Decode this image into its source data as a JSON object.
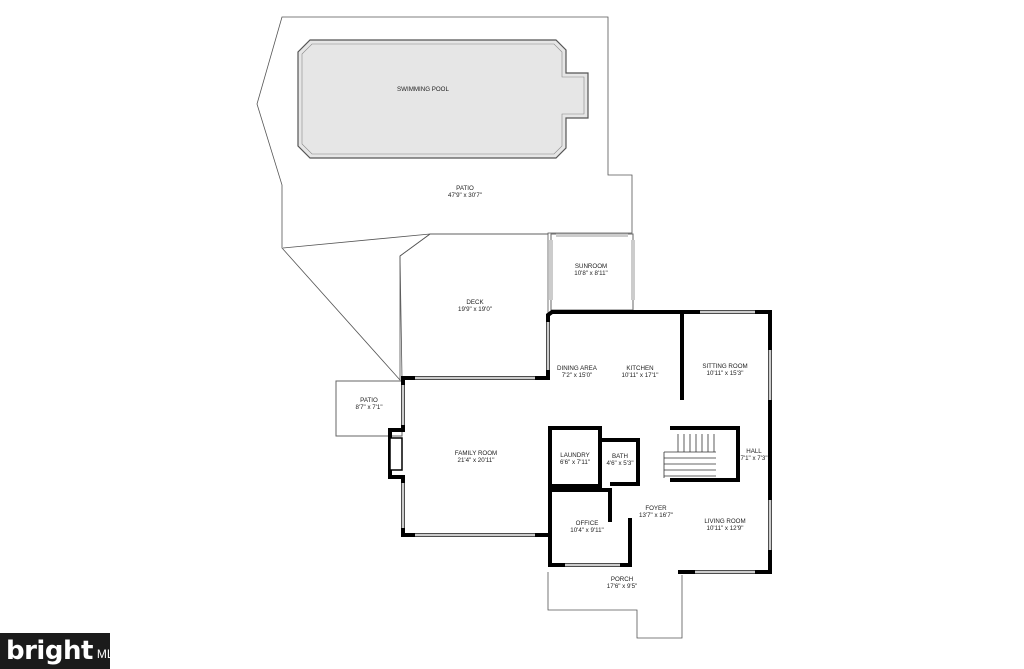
{
  "rooms": {
    "swimming_pool": {
      "name": "SWIMMING POOL"
    },
    "patio_main": {
      "name": "PATIO",
      "size": "47'9\" x 30'7\""
    },
    "sunroom": {
      "name": "SUNROOM",
      "size": "10'8\" x 8'11\""
    },
    "deck": {
      "name": "DECK",
      "size": "19'9\" x 19'0\""
    },
    "dining_area": {
      "name": "DINING AREA",
      "size": "7'2\" x 15'0\""
    },
    "kitchen": {
      "name": "KITCHEN",
      "size": "10'11\" x 17'1\""
    },
    "sitting_room": {
      "name": "SITTING ROOM",
      "size": "10'11\" x 15'3\""
    },
    "patio_small": {
      "name": "PATIO",
      "size": "8'7\" x 7'1\""
    },
    "family_room": {
      "name": "FAMILY ROOM",
      "size": "21'4\" x 20'11\""
    },
    "laundry": {
      "name": "LAUNDRY",
      "size": "6'6\" x 7'11\""
    },
    "bath": {
      "name": "BATH",
      "size": "4'6\" x 5'3\""
    },
    "hall": {
      "name": "HALL",
      "size": "7'1\" x 7'3\""
    },
    "foyer": {
      "name": "FOYER",
      "size": "13'7\" x 16'7\""
    },
    "office": {
      "name": "OFFICE",
      "size": "10'4\" x 9'11\""
    },
    "living_room": {
      "name": "LIVING ROOM",
      "size": "10'11\" x 12'9\""
    },
    "porch": {
      "name": "PORCH",
      "size": "17'6\" x 9'5\""
    }
  },
  "watermark": {
    "brand": "bright",
    "suffix": "MLS"
  },
  "colors": {
    "pool_fill": "#e6e6e6",
    "wall": "#000000",
    "window": "#9a9a9a",
    "logo_bg": "#1b1b1b",
    "logo_dot": "#e63b2e"
  }
}
